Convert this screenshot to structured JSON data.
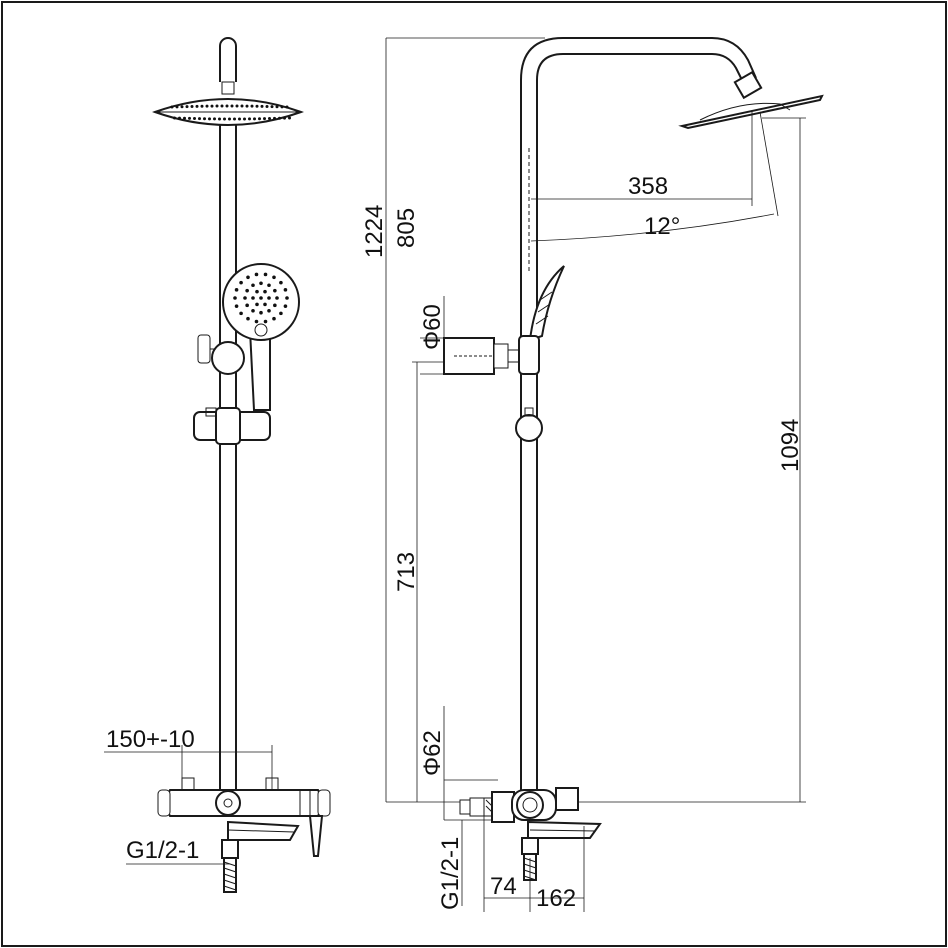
{
  "drawing": {
    "title": "",
    "front_view": {
      "spacing_label": "150+-10",
      "inlet_thread_label": "G1/2-1"
    },
    "side_view": {
      "total_height_label": "1224",
      "overhead_height_label": "805",
      "arm_reach_label": "358",
      "tilt_angle_label": "12°",
      "slide_bar_height_label": "1094",
      "holder_diameter_label": "Φ60",
      "holder_height_label": "713",
      "mixer_diameter_label": "Φ62",
      "inlet_thread_label": "G1/2-1",
      "offset_label": "74",
      "spout_reach_label": "162"
    }
  },
  "colors": {
    "line": "#1a1a1a",
    "background": "#ffffff"
  }
}
